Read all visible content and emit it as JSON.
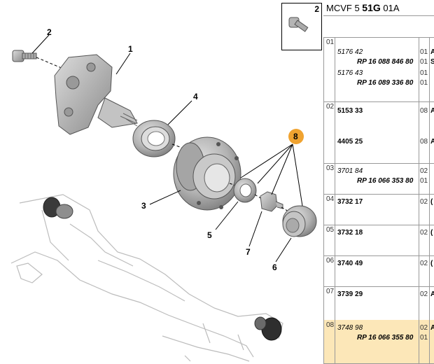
{
  "reference": {
    "prefix": "MCVF 5 ",
    "bold": "51G",
    "suffix": " 01A"
  },
  "thumbnail_number": "2",
  "callouts": [
    "1",
    "2",
    "3",
    "4",
    "5",
    "6",
    "7",
    "8"
  ],
  "rows": [
    {
      "idx": "01",
      "lines": [
        {
          "ref": "5176 42",
          "style": "it",
          "qty": "01",
          "cut": "A"
        },
        {
          "rp": "RP 16 088 846 80",
          "qty": "01",
          "cut": "S"
        },
        {
          "ref": "5176 43",
          "style": "it",
          "qty": "01"
        },
        {
          "rp": "RP 16 089 336 80",
          "qty": "01"
        }
      ]
    },
    {
      "idx": "02",
      "lines": [
        {
          "ref": "5153 33",
          "style": "b",
          "qty": "08",
          "cut": "A"
        },
        {
          "ref": "4405 25",
          "style": "b",
          "qty": "08",
          "cut": "A"
        }
      ]
    },
    {
      "idx": "03",
      "lines": [
        {
          "ref": "3701 84",
          "style": "it",
          "qty": "02"
        },
        {
          "rp": "RP 16 066 353 80",
          "qty": "01"
        }
      ]
    },
    {
      "idx": "04",
      "lines": [
        {
          "ref": "3732 17",
          "style": "b",
          "qty": "02",
          "cut": "("
        }
      ]
    },
    {
      "idx": "05",
      "lines": [
        {
          "ref": "3732 18",
          "style": "b",
          "qty": "02",
          "cut": "("
        }
      ]
    },
    {
      "idx": "06",
      "lines": [
        {
          "ref": "3740 49",
          "style": "b",
          "qty": "02",
          "cut": "("
        }
      ]
    },
    {
      "idx": "07",
      "lines": [
        {
          "ref": "3739 29",
          "style": "b",
          "qty": "02",
          "cut": "A"
        }
      ]
    },
    {
      "idx": "08",
      "highlight": true,
      "lines": [
        {
          "ref": "3748 98",
          "style": "it",
          "qty": "02",
          "cut": "A"
        },
        {
          "rp": "RP 16 066 355 80",
          "qty": "01"
        }
      ]
    }
  ],
  "colors": {
    "highlight_row": "#fce7b8",
    "callout_8_badge": "#f0a330",
    "part": "#b0b0b0",
    "part_dark": "#8a8a8a"
  }
}
